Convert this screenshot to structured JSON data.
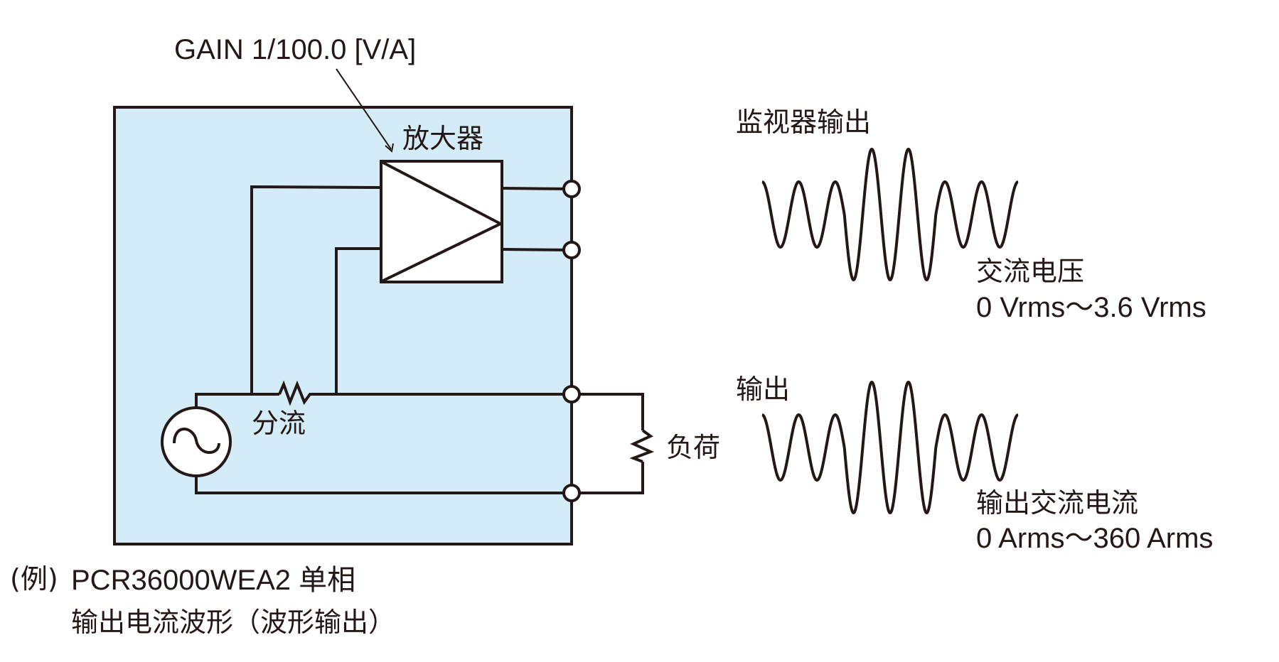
{
  "diagram": {
    "gain_label": "GAIN 1/100.0 [V/A]",
    "amplifier_label": "放大器",
    "shunt_label": "分流",
    "load_label": "负荷",
    "monitor_output": {
      "title": "监视器输出",
      "quantity": "交流电压",
      "range": "0 Vrms～3.6 Vrms"
    },
    "output": {
      "title": "输出",
      "quantity": "输出交流电流",
      "range": "0 Arms～360 Arms"
    },
    "caption": {
      "prefix": "(例)",
      "line1": "PCR36000WEA2 单相",
      "line2": "输出电流波形（波形输出）"
    },
    "colors": {
      "panel_fill": "#d4ebf8",
      "line": "#231815",
      "component_fill": "#ffffff"
    },
    "waveform": {
      "cycles": 7,
      "amplitude_profile": [
        0.5,
        0.5,
        1.0,
        1.0,
        1.0,
        0.5,
        0.5
      ]
    }
  }
}
